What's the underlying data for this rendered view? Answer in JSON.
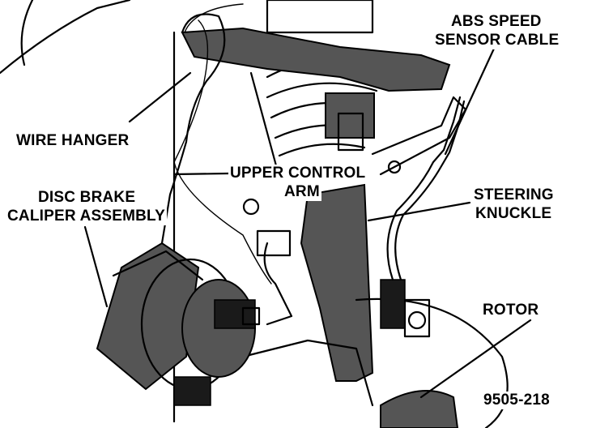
{
  "labels": {
    "abs_speed": "ABS SPEED",
    "sensor_cable": "SENSOR CABLE",
    "wire_hanger": "WIRE HANGER",
    "upper_control": "UPPER CONTROL",
    "arm": "ARM",
    "disc_brake": "DISC BRAKE",
    "caliper_assembly": "CALIPER ASSEMBLY",
    "steering": "STEERING",
    "knuckle": "KNUCKLE",
    "rotor": "ROTOR",
    "figure_number": "9505-218"
  }
}
